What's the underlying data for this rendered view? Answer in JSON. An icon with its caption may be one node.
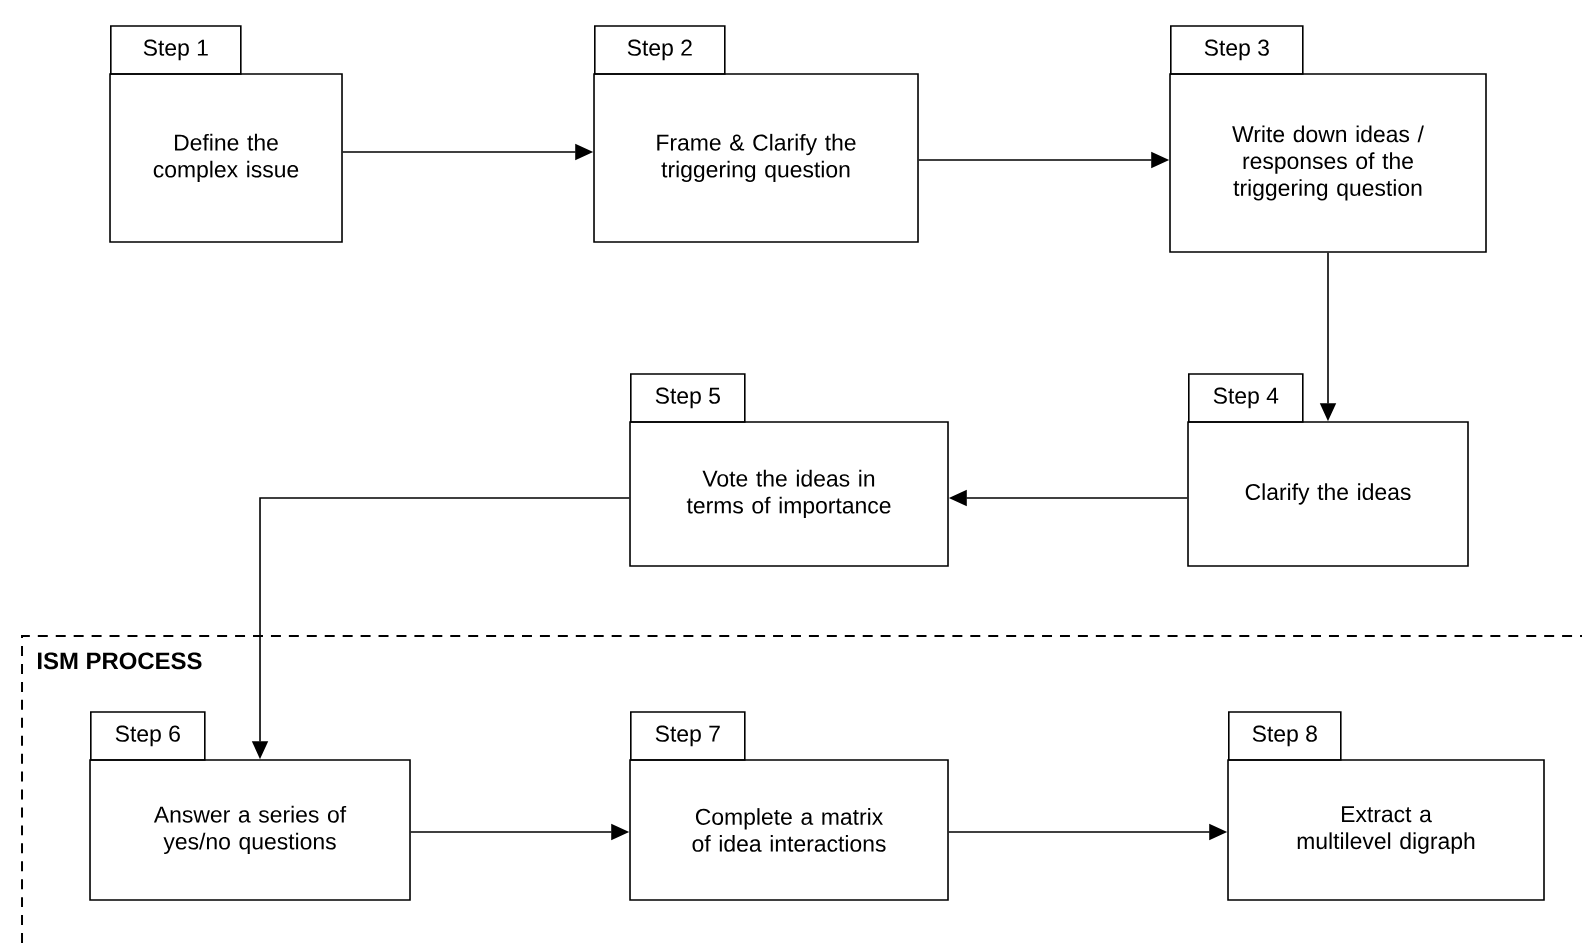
{
  "diagram": {
    "nodes": [
      {
        "text": [
          "Step 1",
          "Define the complex issue"
        ]
      },
      {
        "text": [
          "Step 2",
          "Frame & Clarify the triggering question"
        ]
      },
      {
        "text": [
          "Step 3",
          "Write down ideas / responses of the triggering question"
        ]
      },
      {
        "text": [
          "Step 5",
          "Vote the ideas in terms of importance"
        ]
      },
      {
        "text": [
          "Step 4",
          "Clarify the ideas"
        ]
      },
      {
        "text": [
          "ISM PROCESS"
        ]
      },
      {
        "text": [
          "Step 6",
          "Answer a series of yes/no questions"
        ],
        "in": 5
      },
      {
        "text": [
          "Step 7",
          "Complete a matrix of idea interactions"
        ],
        "in": 5
      },
      {
        "text": [
          "Step 8",
          "Extract a multilevel digraph"
        ],
        "in": 5
      }
    ],
    "edges": [
      {
        "from": 0,
        "to": 1,
        "arrow": "to"
      },
      {
        "from": 1,
        "to": 2,
        "arrow": "to"
      },
      {
        "from": 2,
        "to": 4,
        "arrow": "to"
      },
      {
        "from": 4,
        "to": 3,
        "arrow": "to"
      },
      {
        "from": 3,
        "to": 6,
        "arrow": "to"
      },
      {
        "from": 6,
        "to": 7,
        "arrow": "to"
      },
      {
        "from": 7,
        "to": 8,
        "arrow": "to"
      }
    ]
  }
}
